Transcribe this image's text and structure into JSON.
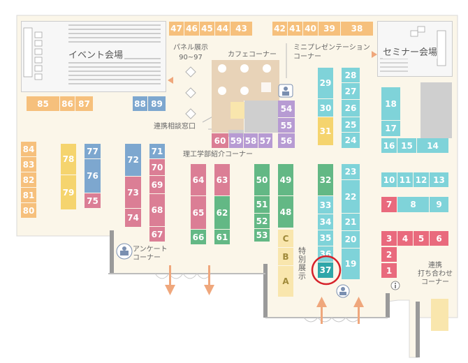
{
  "colors": {
    "orange": "#f6c07c",
    "blue": "#7da7cf",
    "pink": "#db7e95",
    "green": "#63b885",
    "teal": "#7fd3d9",
    "purple": "#b79bd3",
    "yellow": "#f5d46e",
    "lightyellow": "#f9e6ad",
    "red": "#e96a7d",
    "highlight": "#2fa6a9"
  },
  "areas": {
    "event_hall": "イベント会場",
    "seminar_hall": "セミナー会場",
    "cafe_corner": "カフェコーナー",
    "mini_presentation": "ミニプレゼンテーション\nコーナー",
    "panel_exhibit": "パネル展示\n90~97",
    "consultation": "連携相談窓口",
    "engineering": "理工学部紹介コーナー",
    "special_exhibit": "特別展示",
    "survey": "アンケート\nコーナー",
    "collab": "連携\n打ち合わせ\nコーナー"
  },
  "booths": [
    {
      "label": "47",
      "c": "orange"
    },
    {
      "label": "46",
      "c": "orange"
    },
    {
      "label": "45",
      "c": "orange"
    },
    {
      "label": "44",
      "c": "orange"
    },
    {
      "label": "43",
      "c": "orange"
    },
    {
      "label": "42",
      "c": "orange"
    },
    {
      "label": "41",
      "c": "orange"
    },
    {
      "label": "40",
      "c": "orange"
    },
    {
      "label": "39",
      "c": "orange"
    },
    {
      "label": "38",
      "c": "orange"
    },
    {
      "label": "85",
      "c": "orange"
    },
    {
      "label": "86",
      "c": "orange"
    },
    {
      "label": "87",
      "c": "orange"
    },
    {
      "label": "88",
      "c": "blue"
    },
    {
      "label": "89",
      "c": "blue"
    },
    {
      "label": "84",
      "c": "orange"
    },
    {
      "label": "83",
      "c": "orange"
    },
    {
      "label": "82",
      "c": "orange"
    },
    {
      "label": "81",
      "c": "orange"
    },
    {
      "label": "80",
      "c": "orange"
    },
    {
      "label": "78",
      "c": "yellow"
    },
    {
      "label": "79",
      "c": "yellow"
    },
    {
      "label": "77",
      "c": "blue"
    },
    {
      "label": "76",
      "c": "blue"
    },
    {
      "label": "75",
      "c": "pink"
    },
    {
      "label": "72",
      "c": "blue"
    },
    {
      "label": "73",
      "c": "pink"
    },
    {
      "label": "74",
      "c": "pink"
    },
    {
      "label": "71",
      "c": "blue"
    },
    {
      "label": "70",
      "c": "pink"
    },
    {
      "label": "69",
      "c": "pink"
    },
    {
      "label": "68",
      "c": "pink"
    },
    {
      "label": "67",
      "c": "pink"
    },
    {
      "label": "64",
      "c": "pink"
    },
    {
      "label": "65",
      "c": "pink"
    },
    {
      "label": "66",
      "c": "green"
    },
    {
      "label": "63",
      "c": "pink"
    },
    {
      "label": "62",
      "c": "green"
    },
    {
      "label": "61",
      "c": "green"
    },
    {
      "label": "60",
      "c": "pink"
    },
    {
      "label": "59",
      "c": "purple"
    },
    {
      "label": "58",
      "c": "purple"
    },
    {
      "label": "57",
      "c": "purple"
    },
    {
      "label": "56",
      "c": "purple"
    },
    {
      "label": "54",
      "c": "purple"
    },
    {
      "label": "55",
      "c": "purple"
    },
    {
      "label": "50",
      "c": "green"
    },
    {
      "label": "51",
      "c": "green"
    },
    {
      "label": "52",
      "c": "green"
    },
    {
      "label": "53",
      "c": "green"
    },
    {
      "label": "49",
      "c": "green"
    },
    {
      "label": "48",
      "c": "green"
    },
    {
      "label": "C",
      "c": "lightyellow"
    },
    {
      "label": "B",
      "c": "lightyellow"
    },
    {
      "label": "A",
      "c": "lightyellow"
    },
    {
      "label": "29",
      "c": "teal"
    },
    {
      "label": "30",
      "c": "teal"
    },
    {
      "label": "31",
      "c": "yellow"
    },
    {
      "label": "28",
      "c": "teal"
    },
    {
      "label": "27",
      "c": "teal"
    },
    {
      "label": "26",
      "c": "teal"
    },
    {
      "label": "25",
      "c": "teal"
    },
    {
      "label": "24",
      "c": "teal"
    },
    {
      "label": "32",
      "c": "green"
    },
    {
      "label": "33",
      "c": "teal"
    },
    {
      "label": "34",
      "c": "teal"
    },
    {
      "label": "35",
      "c": "teal"
    },
    {
      "label": "36",
      "c": "teal"
    },
    {
      "label": "37",
      "c": "highlight"
    },
    {
      "label": "23",
      "c": "teal"
    },
    {
      "label": "22",
      "c": "teal"
    },
    {
      "label": "21",
      "c": "teal"
    },
    {
      "label": "20",
      "c": "teal"
    },
    {
      "label": "19",
      "c": "teal"
    },
    {
      "label": "18",
      "c": "teal"
    },
    {
      "label": "17",
      "c": "teal"
    },
    {
      "label": "16",
      "c": "teal"
    },
    {
      "label": "15",
      "c": "teal"
    },
    {
      "label": "14",
      "c": "teal"
    },
    {
      "label": "10",
      "c": "teal"
    },
    {
      "label": "11",
      "c": "teal"
    },
    {
      "label": "12",
      "c": "teal"
    },
    {
      "label": "13",
      "c": "teal"
    },
    {
      "label": "7",
      "c": "red"
    },
    {
      "label": "8",
      "c": "teal"
    },
    {
      "label": "9",
      "c": "teal"
    },
    {
      "label": "3",
      "c": "red"
    },
    {
      "label": "4",
      "c": "red"
    },
    {
      "label": "5",
      "c": "red"
    },
    {
      "label": "6",
      "c": "red"
    },
    {
      "label": "2",
      "c": "red"
    },
    {
      "label": "1",
      "c": "red"
    }
  ]
}
